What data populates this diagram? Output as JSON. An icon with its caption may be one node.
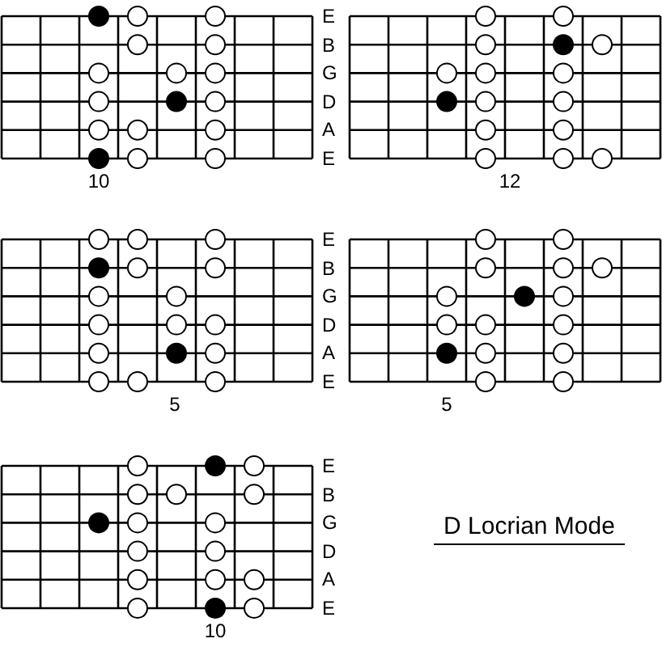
{
  "diagram": {
    "title": "D Locrian Mode",
    "labels": [
      "E",
      "B",
      "G",
      "D",
      "A",
      "E",
      "10",
      "12",
      "E",
      "B",
      "G",
      "D",
      "A",
      "E",
      "5",
      "5",
      "E",
      "B",
      "G",
      "D",
      "A",
      "E",
      "10"
    ]
  }
}
